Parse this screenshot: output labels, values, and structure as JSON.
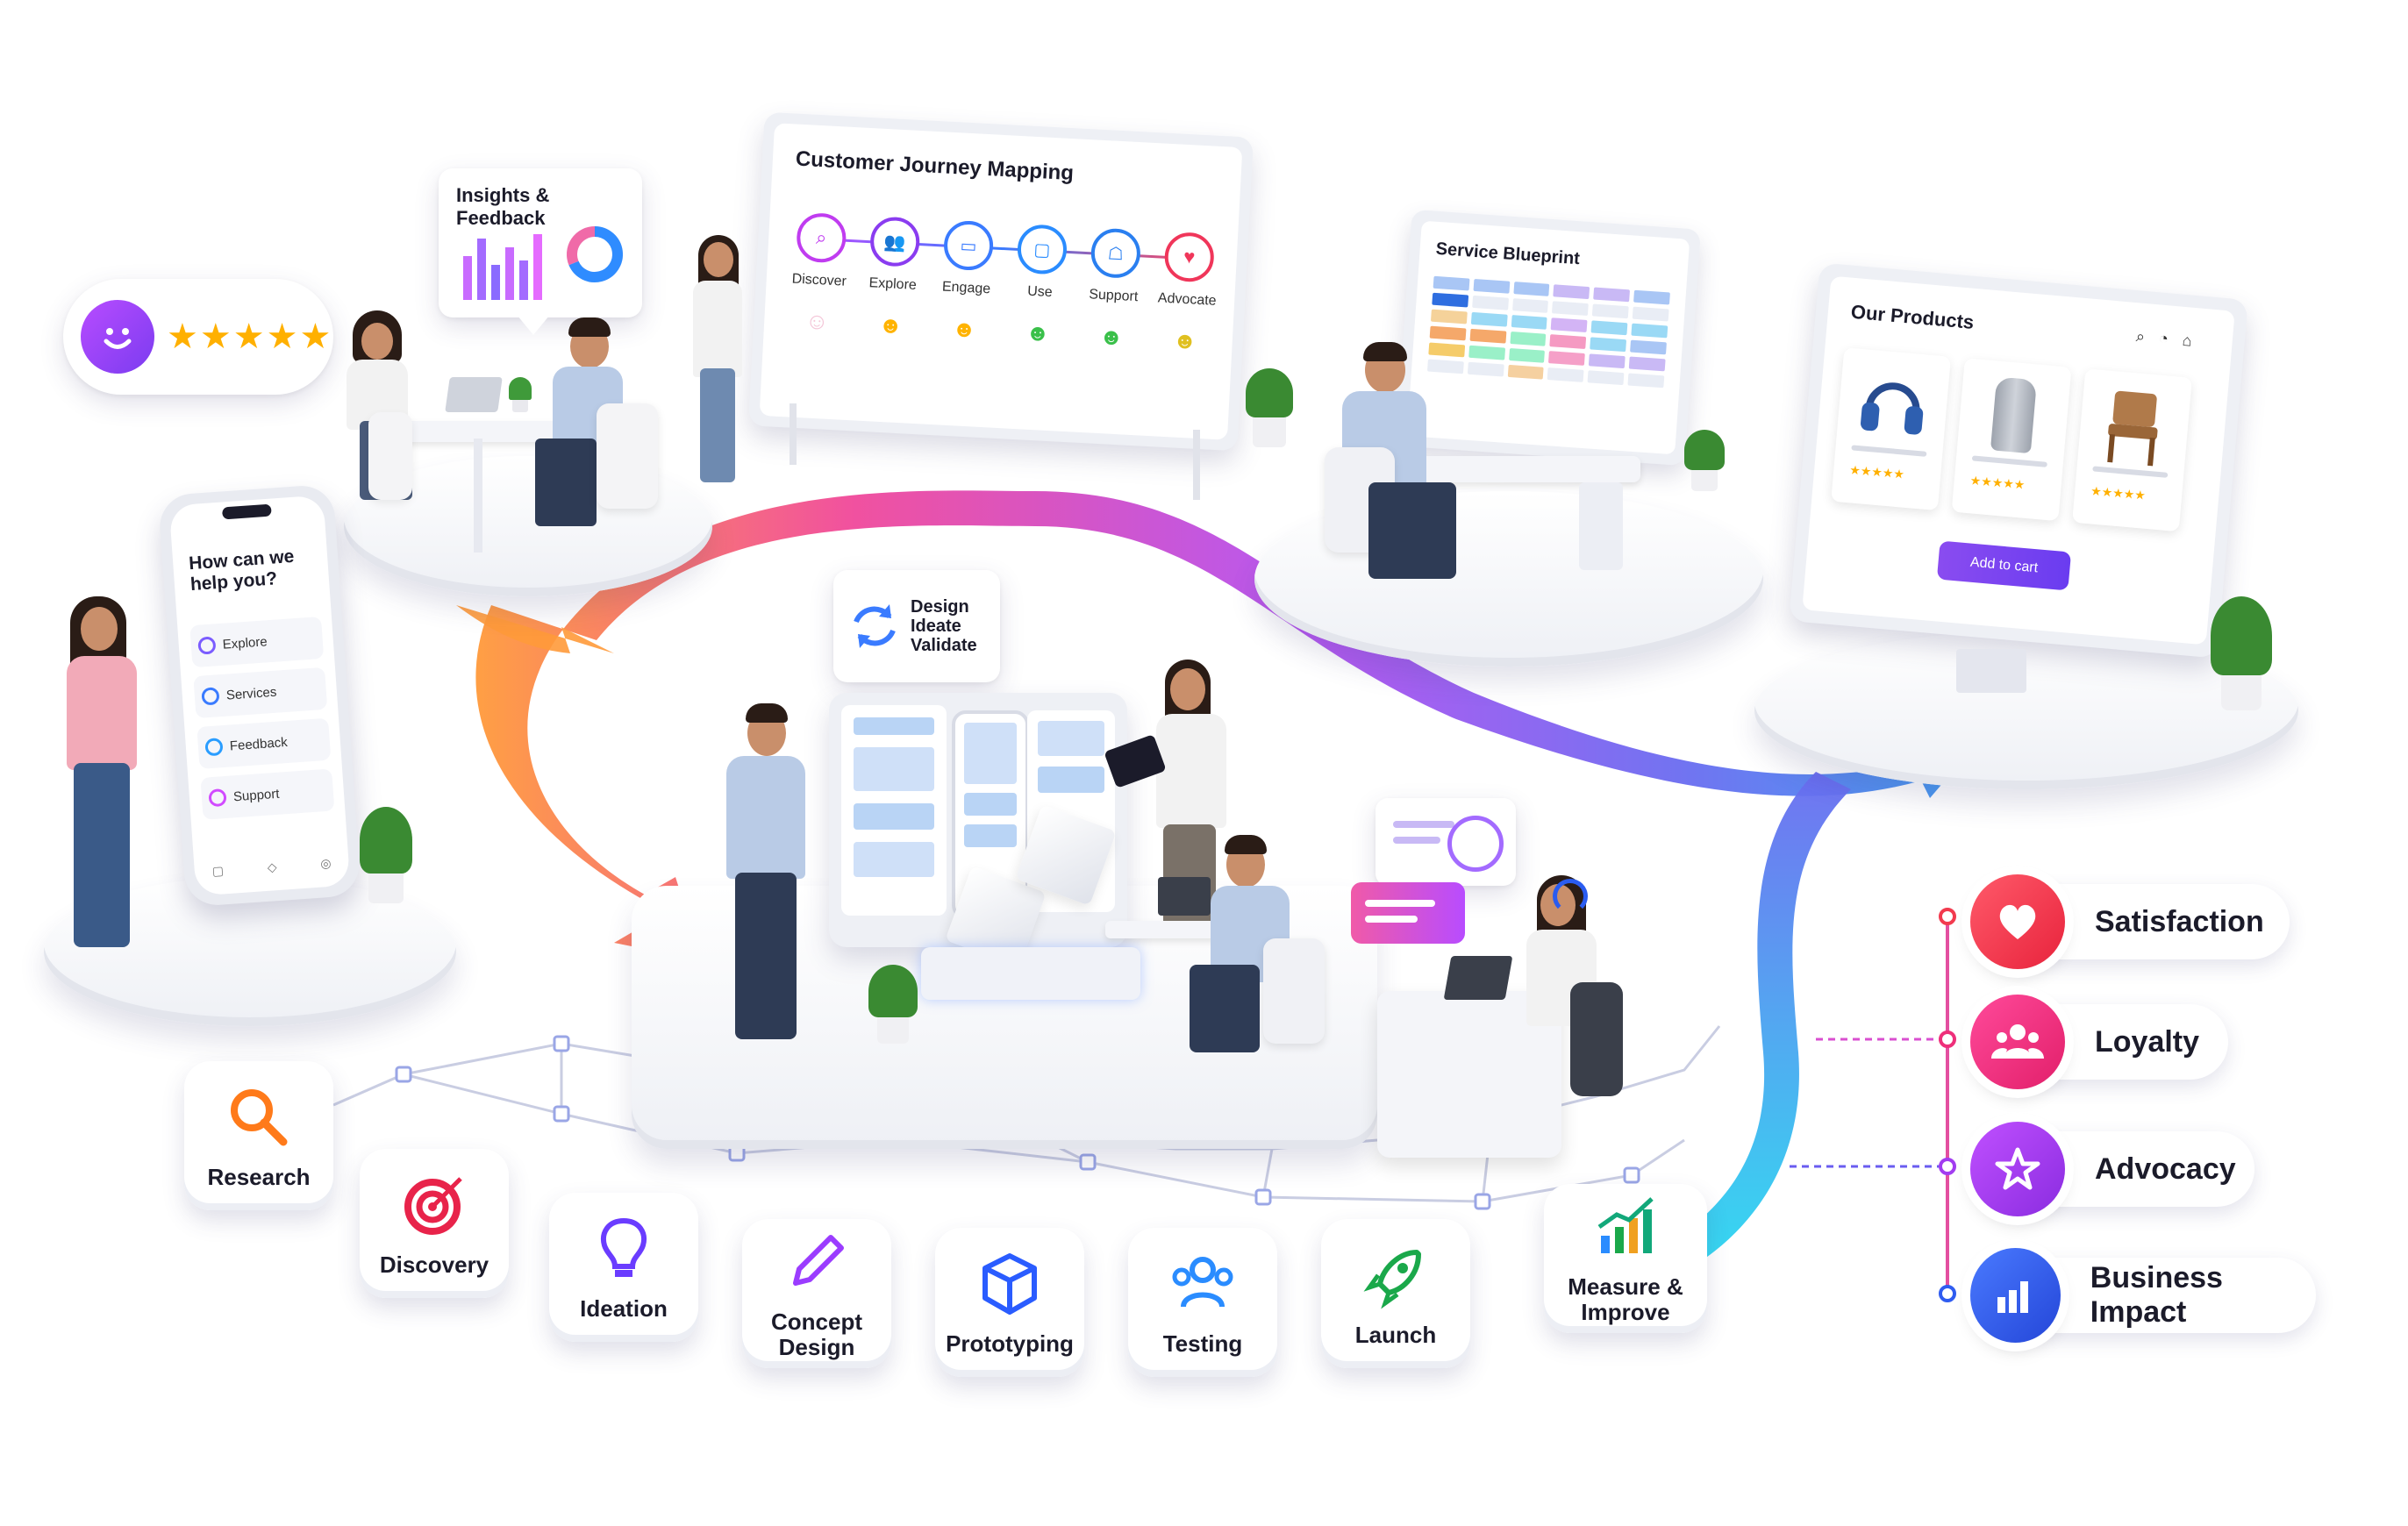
{
  "rating_bubble": {
    "stars": 5,
    "icon": "smiley-face-icon"
  },
  "insights_card": {
    "title": "Insights & Feedback"
  },
  "journey_map": {
    "title": "Customer Journey Mapping",
    "steps": [
      {
        "label": "Discover",
        "icon": "search-icon",
        "mood": "neutral"
      },
      {
        "label": "Explore",
        "icon": "people-icon",
        "mood": "happy"
      },
      {
        "label": "Engage",
        "icon": "monitor-icon",
        "mood": "happy"
      },
      {
        "label": "Use",
        "icon": "chat-icon",
        "mood": "happy"
      },
      {
        "label": "Support",
        "icon": "support-icon",
        "mood": "happy"
      },
      {
        "label": "Advocate",
        "icon": "heart-icon",
        "mood": "happy"
      }
    ]
  },
  "service_blueprint": {
    "title": "Service Blueprint"
  },
  "products_screen": {
    "title": "Our Products",
    "products": [
      {
        "name": "headphones",
        "stars": 5
      },
      {
        "name": "smart-speaker",
        "stars": 5
      },
      {
        "name": "chair",
        "stars": 5
      }
    ],
    "cta": "Add to cart"
  },
  "phone_app": {
    "greeting": "How can we help you?",
    "menu": [
      {
        "label": "Explore",
        "color": "#7b5cff"
      },
      {
        "label": "Services",
        "color": "#3a7bff"
      },
      {
        "label": "Feedback",
        "color": "#2a9dff"
      },
      {
        "label": "Support",
        "color": "#d14bff"
      }
    ]
  },
  "design_bubble": {
    "lines": [
      "Design",
      "Ideate",
      "Validate"
    ]
  },
  "stages": [
    {
      "label": "Research",
      "icon": "magnifier-icon",
      "color": "#ff7a1a"
    },
    {
      "label": "Discovery",
      "icon": "target-icon",
      "color": "#e8234a"
    },
    {
      "label": "Ideation",
      "icon": "lightbulb-icon",
      "color": "#6a3cff"
    },
    {
      "label": "Concept Design",
      "icon": "pencil-icon",
      "color": "#9b3cff"
    },
    {
      "label": "Prototyping",
      "icon": "cube-icon",
      "color": "#2a5cff"
    },
    {
      "label": "Testing",
      "icon": "users-icon",
      "color": "#2a8cff"
    },
    {
      "label": "Launch",
      "icon": "rocket-icon",
      "color": "#1aa84a"
    },
    {
      "label": "Measure & Improve",
      "icon": "growth-chart-icon",
      "color": "#12a87a"
    }
  ],
  "outcomes": [
    {
      "label": "Satisfaction",
      "icon": "heart-icon",
      "color": "#f23a4e"
    },
    {
      "label": "Loyalty",
      "icon": "community-icon",
      "color": "#ee2f7a"
    },
    {
      "label": "Advocacy",
      "icon": "star-icon",
      "color": "#a23cf0"
    },
    {
      "label": "Business Impact",
      "icon": "bar-chart-icon",
      "color": "#2f5cf0"
    }
  ],
  "colors": {
    "flow_start": "#ff8a2a",
    "flow_mid": "#f0489a",
    "flow_purple": "#a550f0",
    "flow_end": "#2ad8f0"
  }
}
